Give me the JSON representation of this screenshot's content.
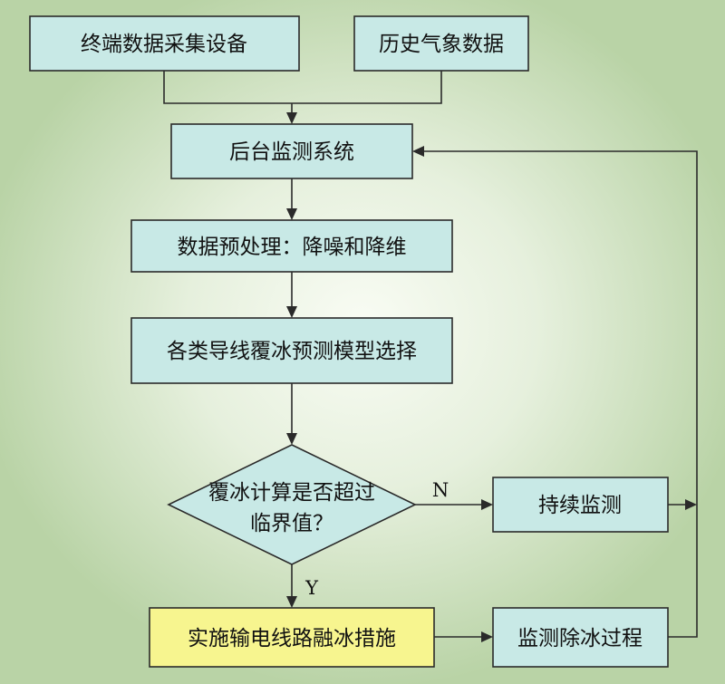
{
  "nodes": {
    "terminal_data": "终端数据采集设备",
    "weather_data": "历史气象数据",
    "backend_monitor": "后台监测系统",
    "preprocess": "数据预处理：降噪和降维",
    "model_select": "各类导线覆冰预测模型选择",
    "decision_line1": "覆冰计算是否超过",
    "decision_line2": "临界值？",
    "continue_monitor": "持续监测",
    "deicing_measure": "实施输电线路融冰措施",
    "monitor_deicing": "监测除冰过程"
  },
  "edges": {
    "no_label": "N",
    "yes_label": "Y"
  },
  "colors": {
    "box_fill": "#c8e9e6",
    "highlight_fill": "#f7f58f",
    "stroke": "#2a2a2a"
  }
}
